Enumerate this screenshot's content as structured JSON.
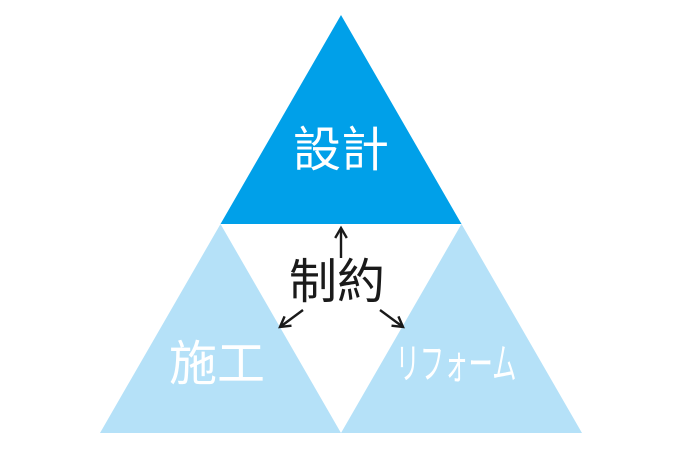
{
  "diagram": {
    "title_meaning": "triforce-relationship-diagram",
    "colors": {
      "background": "#ffffff",
      "primary_blue": "#00a0e9",
      "light_blue": "#b5e1f8",
      "dark_text": "#1a1a1a",
      "light_text": "#ffffff",
      "arrow": "#1a1a1a"
    },
    "center": {
      "label": "制約"
    },
    "nodes": [
      {
        "id": "design",
        "label": "設計",
        "position": "top",
        "fill": "primary_blue"
      },
      {
        "id": "construction",
        "label": "施工",
        "position": "bottom-left",
        "fill": "light_blue"
      },
      {
        "id": "reform",
        "label": "リフォーム",
        "position": "bottom-right",
        "fill": "light_blue"
      }
    ],
    "arrows": [
      {
        "id": "arrow-up",
        "from": "center",
        "to": "design",
        "direction": "up"
      },
      {
        "id": "arrow-down-left",
        "from": "center",
        "to": "construction",
        "direction": "down-left"
      },
      {
        "id": "arrow-down-right",
        "from": "center",
        "to": "reform",
        "direction": "down-right"
      }
    ]
  }
}
